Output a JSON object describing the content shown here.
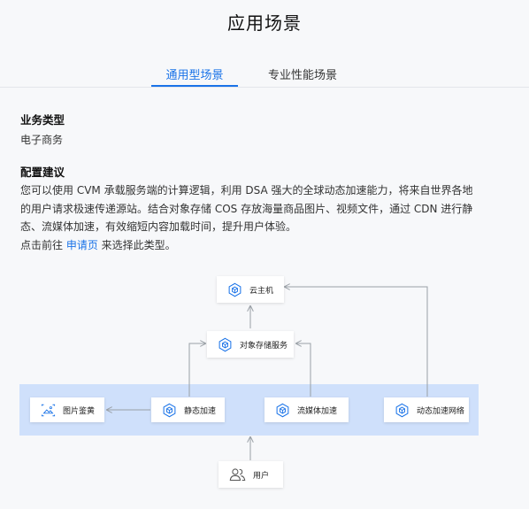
{
  "page": {
    "title": "应用场景"
  },
  "tabs": [
    {
      "label": "通用型场景",
      "active": true
    },
    {
      "label": "专业性能场景",
      "active": false
    }
  ],
  "business": {
    "heading": "业务类型",
    "value": "电子商务"
  },
  "config": {
    "heading": "配置建议",
    "lines": [
      "您可以使用 CVM 承载服务端的计算逻辑，利用 DSA 强大的全球动态加速能力，将来自世界各地",
      "的用户请求极速传递源站。结合对象存储 COS 存放海量商品图片、视频文件，通过 CDN 进行静",
      "态、流媒体加速，有效缩短内容加载时间，提升用户体验。"
    ],
    "cta_prefix": "点击前往 ",
    "cta_link": "申请页",
    "cta_suffix": " 来选择此类型。"
  },
  "diagram": {
    "nodes": {
      "cvm": "云主机",
      "cos": "对象存储服务",
      "image": "图片鉴黄",
      "static": "静态加速",
      "media": "流媒体加速",
      "dynamic": "动态加速网络",
      "user": "用户"
    },
    "icons": {
      "cvm": "cube-icon",
      "cos": "cube-icon",
      "image": "image-review-icon",
      "static": "cube-icon",
      "media": "cube-icon",
      "dynamic": "cube-icon",
      "user": "users-icon"
    },
    "colors": {
      "accent": "#1a73e8",
      "band": "#cfe0fb",
      "line": "#9aa0a6"
    }
  }
}
